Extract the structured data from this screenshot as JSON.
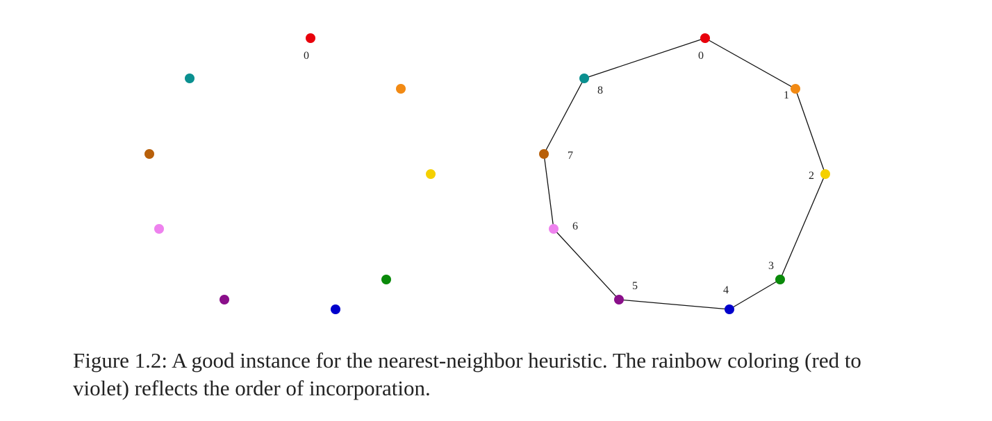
{
  "figure": {
    "caption": "Figure 1.2: A good instance for the nearest-neighbor heuristic. The rainbow coloring (red to violet) reflects the order of incorporation.",
    "points": [
      {
        "label": "0",
        "color": "#e8000b"
      },
      {
        "label": "1",
        "color": "#f28a14"
      },
      {
        "label": "2",
        "color": "#f5d000"
      },
      {
        "label": "3",
        "color": "#0a8a0a"
      },
      {
        "label": "4",
        "color": "#0000cc"
      },
      {
        "label": "5",
        "color": "#8a0f8a"
      },
      {
        "label": "6",
        "color": "#ee82ee"
      },
      {
        "label": "7",
        "color": "#b8600a"
      },
      {
        "label": "8",
        "color": "#0a9090"
      }
    ],
    "left_panel": {
      "labeled_points": [
        "0"
      ]
    },
    "right_panel": {
      "tour_order": [
        "0",
        "1",
        "2",
        "3",
        "4",
        "5",
        "6",
        "7",
        "8",
        "0"
      ]
    }
  }
}
